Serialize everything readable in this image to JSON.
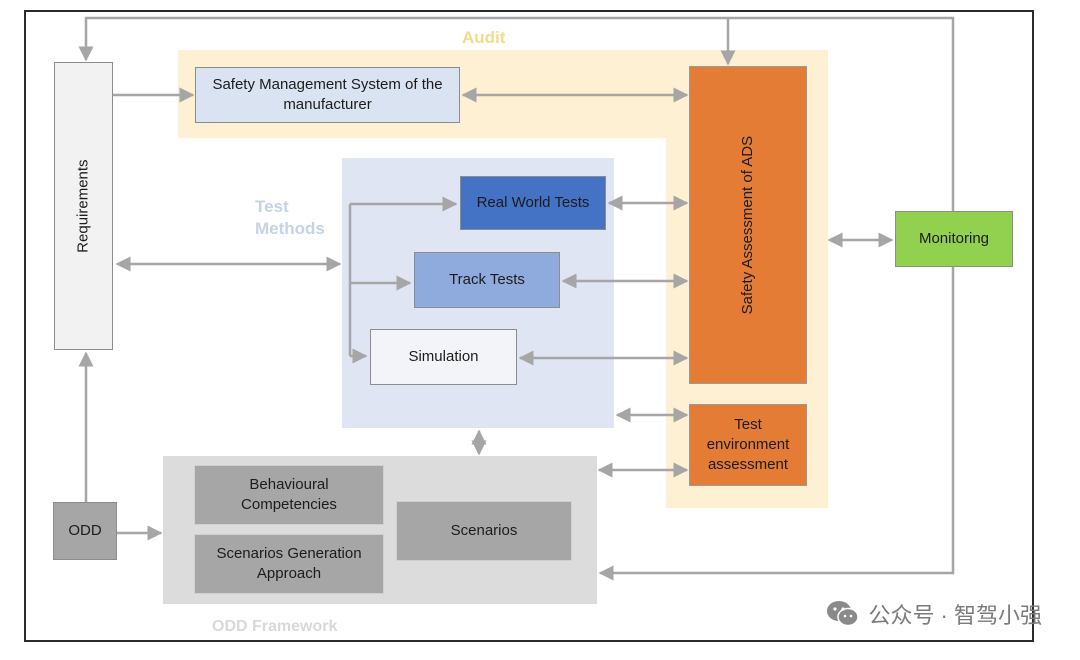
{
  "regions": {
    "audit": "Audit",
    "test_methods_line1": "Test",
    "test_methods_line2": "Methods",
    "odd_framework": "ODD Framework"
  },
  "boxes": {
    "requirements": "Requirements",
    "safety_management_system": "Safety Management System of the manufacturer",
    "safety_assessment_ads": "Safety Assessment of ADS",
    "real_world_tests": "Real World Tests",
    "track_tests": "Track Tests",
    "simulation": "Simulation",
    "test_environment_assessment": "Test environment assessment",
    "monitoring": "Monitoring",
    "odd": "ODD",
    "behavioural_competencies": "Behavioural Competencies",
    "scenarios_generation_approach": "Scenarios Generation Approach",
    "scenarios": "Scenarios"
  },
  "watermark": {
    "text": "公众号 · 智驾小强",
    "icon": "wechat-icon"
  },
  "colors": {
    "audit_bg": "#fdf0d3",
    "test_methods_bg": "#dfe5f2",
    "odd_framework_bg": "#dcdcdc",
    "ads_orange": "#e47c36",
    "real_world_blue": "#4472c4",
    "track_blue": "#8faadc",
    "monitoring_green": "#92d050",
    "odd_gray": "#a6a6a6",
    "connector": "#a6a6a6"
  }
}
